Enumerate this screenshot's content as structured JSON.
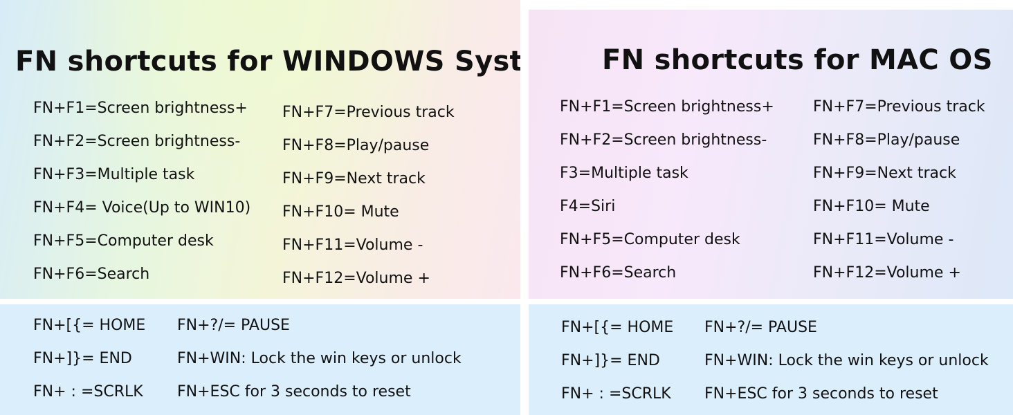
{
  "windows": {
    "title": "FN shortcuts for WINDOWS System",
    "left_column": [
      "FN+F1=Screen brightness+",
      "FN+F2=Screen brightness-",
      "FN+F3=Multiple task",
      "FN+F4= Voice(Up to WIN10)",
      "FN+F5=Computer desk",
      "FN+F6=Search"
    ],
    "right_column": [
      "FN+F7=Previous track",
      "FN+F8=Play/pause",
      "FN+F9=Next track",
      "FN+F10= Mute",
      "FN+F11=Volume -",
      "FN+F12=Volume +"
    ],
    "bottom_left": [
      "FN+[{= HOME",
      "FN+]}= END",
      "FN+ : =SCRLK"
    ],
    "bottom_right": [
      "FN+?/= PAUSE",
      "FN+WIN: Lock the win keys or unlock",
      "FN+ESC for 3 seconds to reset"
    ]
  },
  "mac": {
    "title": "FN shortcuts for MAC OS",
    "left_column": [
      "FN+F1=Screen brightness+",
      "FN+F2=Screen brightness-",
      "F3=Multiple task",
      "F4=Siri",
      "FN+F5=Computer desk",
      "FN+F6=Search"
    ],
    "right_column": [
      "FN+F7=Previous track",
      "FN+F8=Play/pause",
      "FN+F9=Next track",
      "FN+F10= Mute",
      "FN+F11=Volume -",
      "FN+F12=Volume +"
    ],
    "bottom_left": [
      "FN+[{= HOME",
      "FN+]}= END",
      "FN+ : =SCRLK"
    ],
    "bottom_right": [
      "FN+?/= PAUSE",
      "FN+WIN: Lock the win keys or unlock",
      "FN+ESC for 3 seconds to reset"
    ]
  }
}
